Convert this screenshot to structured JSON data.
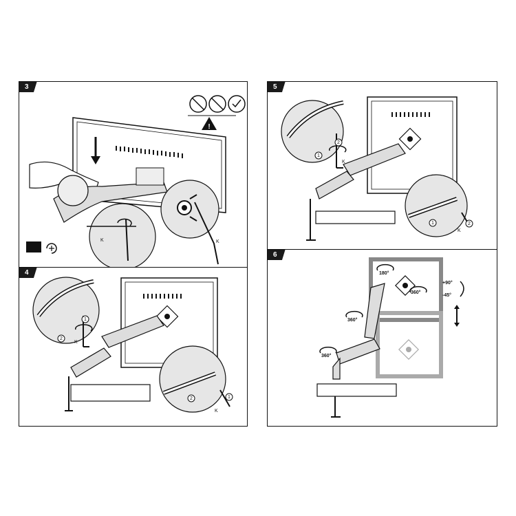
{
  "steps": [
    {
      "number": "3"
    },
    {
      "number": "5"
    },
    {
      "number": "4"
    },
    {
      "number": "6"
    }
  ],
  "labels": {
    "k": "K",
    "step5_turn_1": "1",
    "step5_turn_2": "2",
    "step4_turn_1": "1",
    "step4_turn_2": "2",
    "rot_180": "180°",
    "rot_360_head": "360°",
    "tilt_plus": "+90°",
    "tilt_minus": "-45°",
    "rot_360_mid": "360°",
    "rot_360_base": "360°"
  }
}
